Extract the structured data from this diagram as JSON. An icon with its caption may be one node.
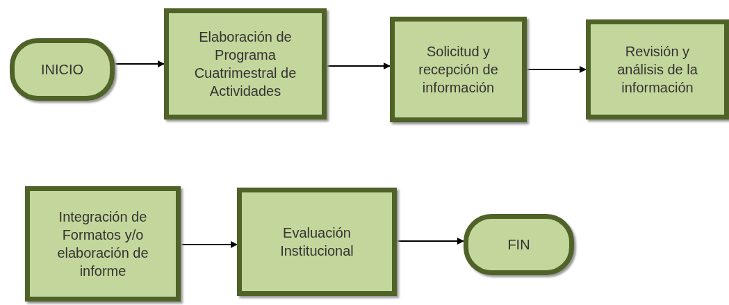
{
  "diagram": {
    "nodes": [
      {
        "text": [
          "INICIO"
        ]
      },
      {
        "text": [
          "Elaboración de Programa Cuatrimestral de Actividades"
        ]
      },
      {
        "text": [
          "Solicitud y recepción de información"
        ]
      },
      {
        "text": [
          "Revisión y análisis de la información"
        ]
      },
      {
        "text": [
          "Integración de Formatos y/o elaboración de informe"
        ]
      },
      {
        "text": [
          "Evaluación Institucional"
        ]
      },
      {
        "text": [
          "FIN"
        ]
      }
    ],
    "edges": [
      {
        "from": 0,
        "to": 1,
        "arrow": "to"
      },
      {
        "from": 1,
        "to": 2,
        "arrow": "to"
      },
      {
        "from": 2,
        "to": 3,
        "arrow": "to"
      },
      {
        "from": 4,
        "to": 5,
        "arrow": "to"
      },
      {
        "from": 5,
        "to": 6,
        "arrow": "to"
      }
    ]
  }
}
